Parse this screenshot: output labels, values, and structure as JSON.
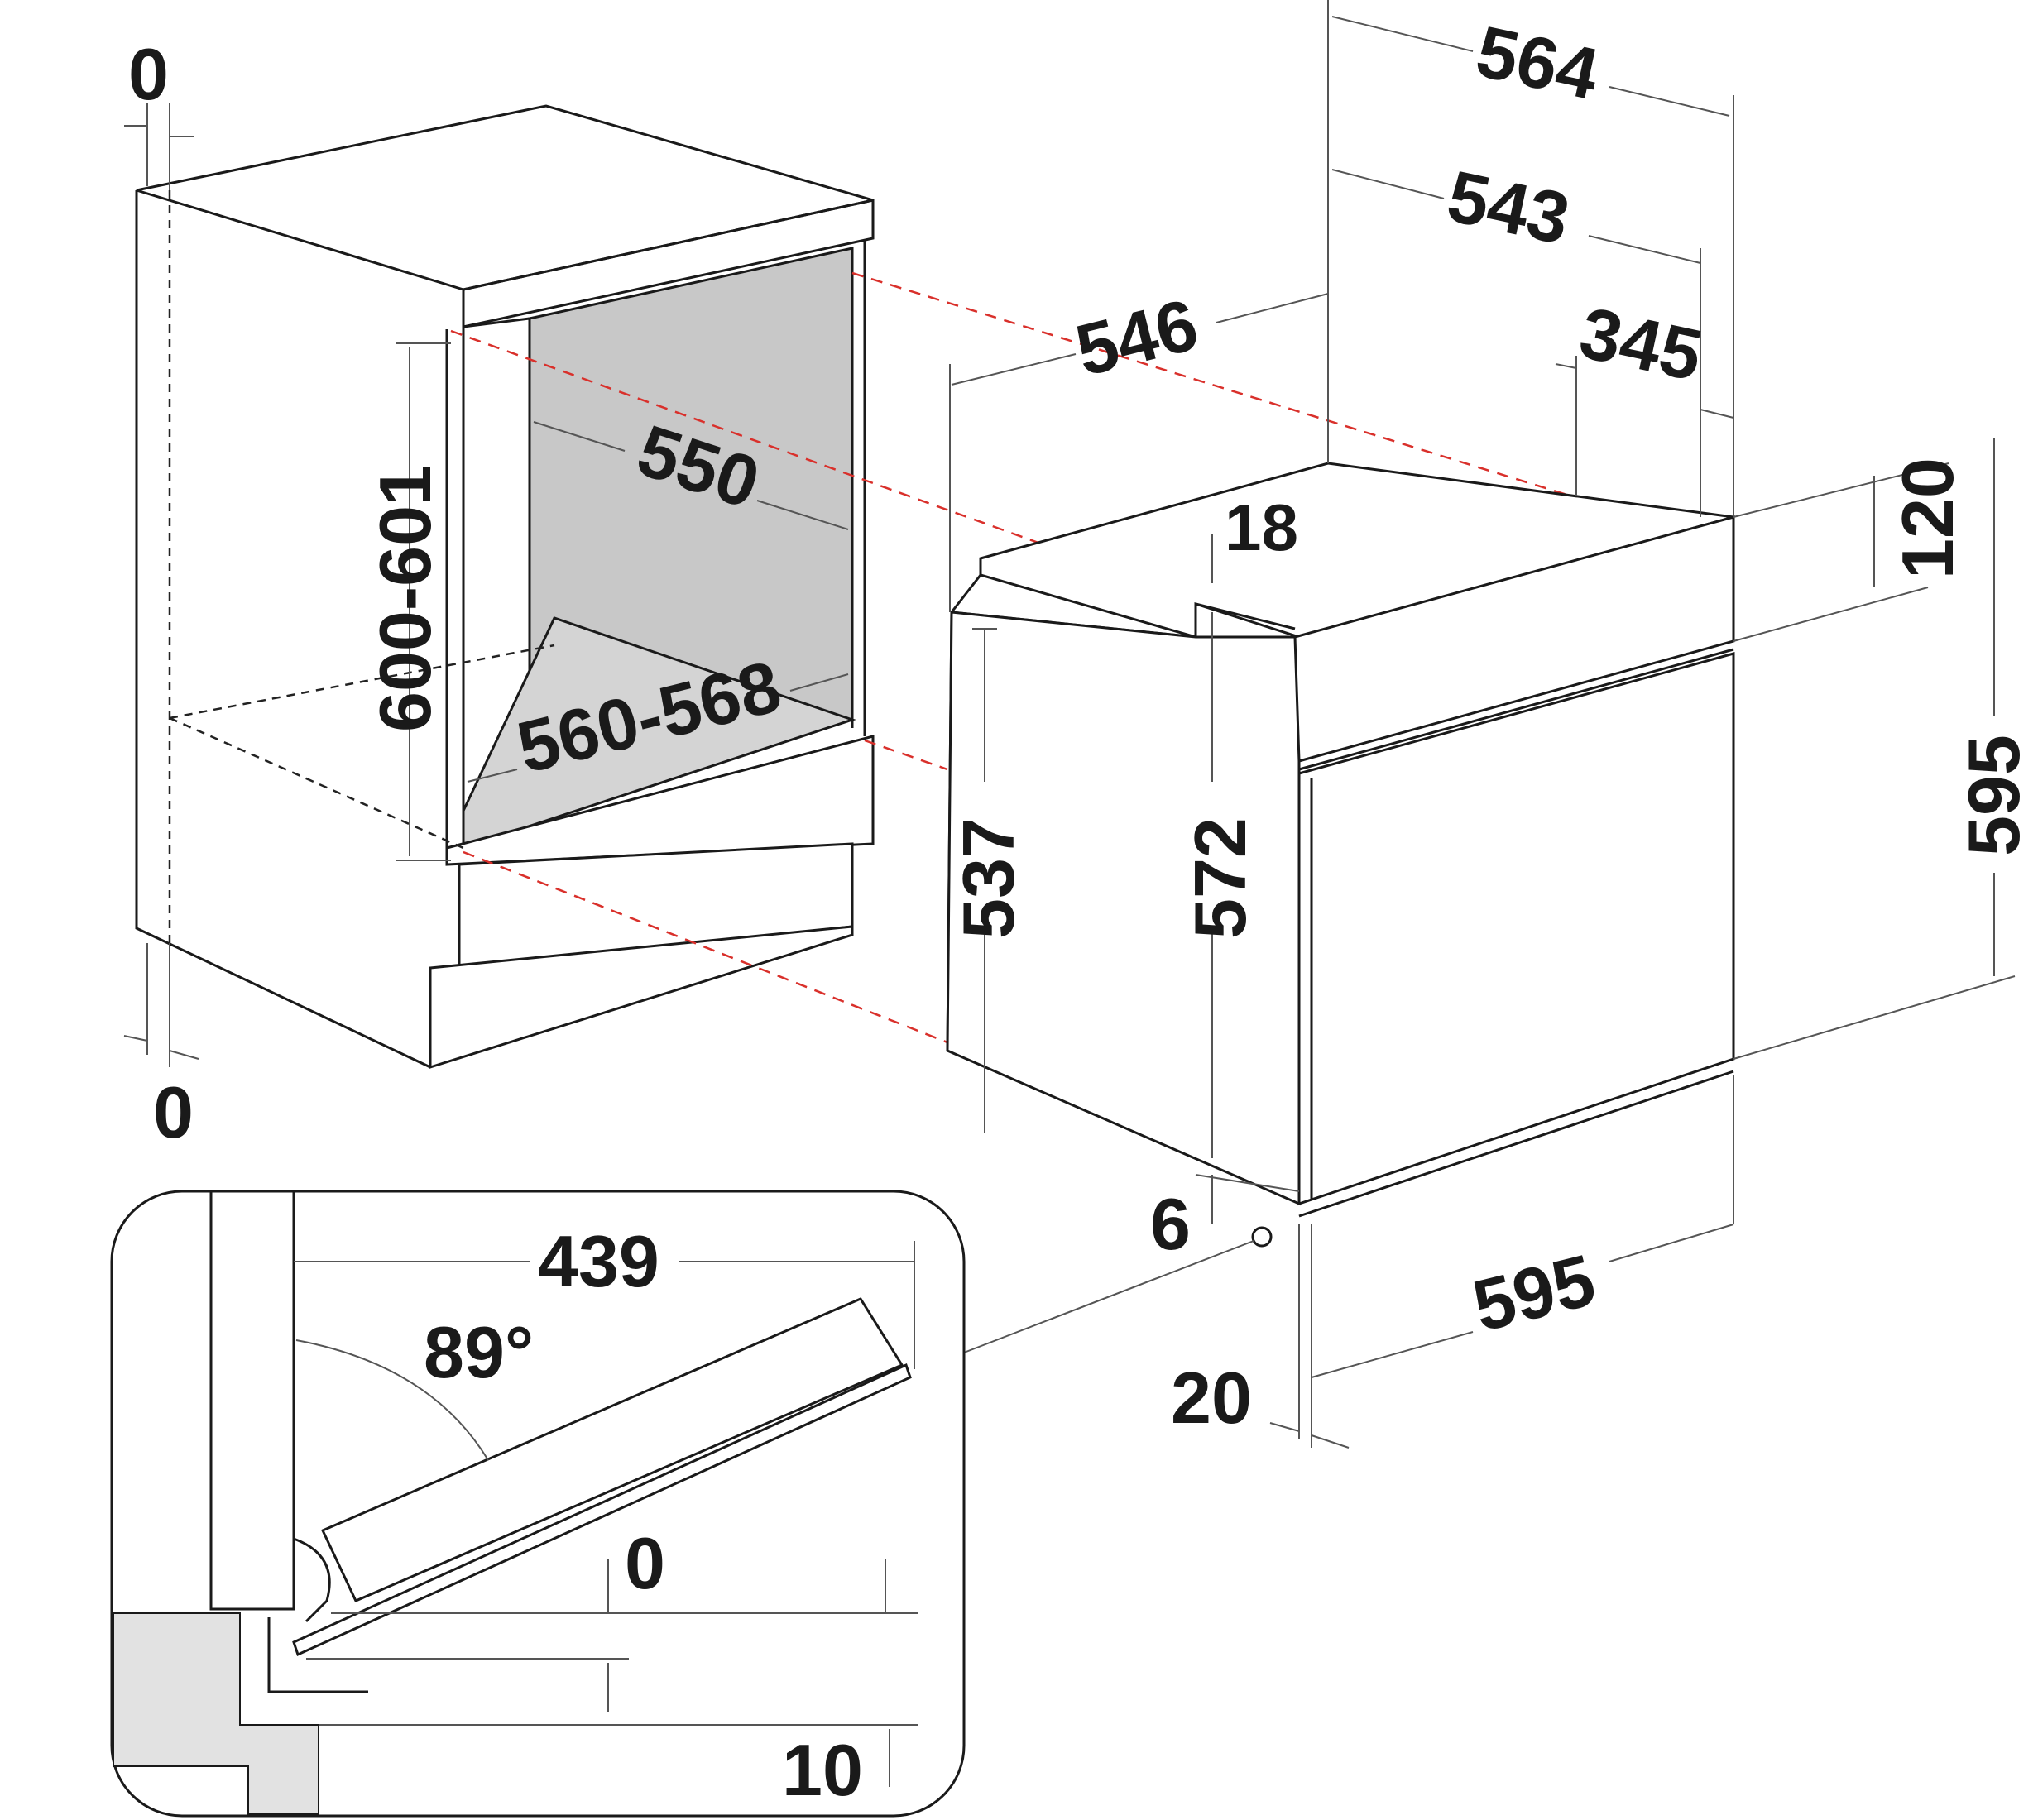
{
  "labels": {
    "top_left_gap": "0",
    "bottom_left_gap": "0",
    "niche_height": "600-601",
    "niche_depth": "550",
    "niche_width": "560-568",
    "total_depth": "564",
    "body_depth": "543",
    "side_depth": "546",
    "rear_offset": "345",
    "top_step": "18",
    "panel_height": "120",
    "front_height": "595",
    "side_height": "537",
    "body_height": "572",
    "door_gap": "6",
    "front_width": "595",
    "door_thickness": "20",
    "door_reach": "439",
    "door_angle": "89°",
    "door_min_gap": "0",
    "door_max_gap": "10"
  },
  "colors": {
    "cavity_grey": "#c8c8c8",
    "cavity_floor": "#d4d4d4",
    "worktop_grey": "#e2e2e2",
    "guide_red": "#d9302b",
    "line": "#1a1a1a"
  }
}
